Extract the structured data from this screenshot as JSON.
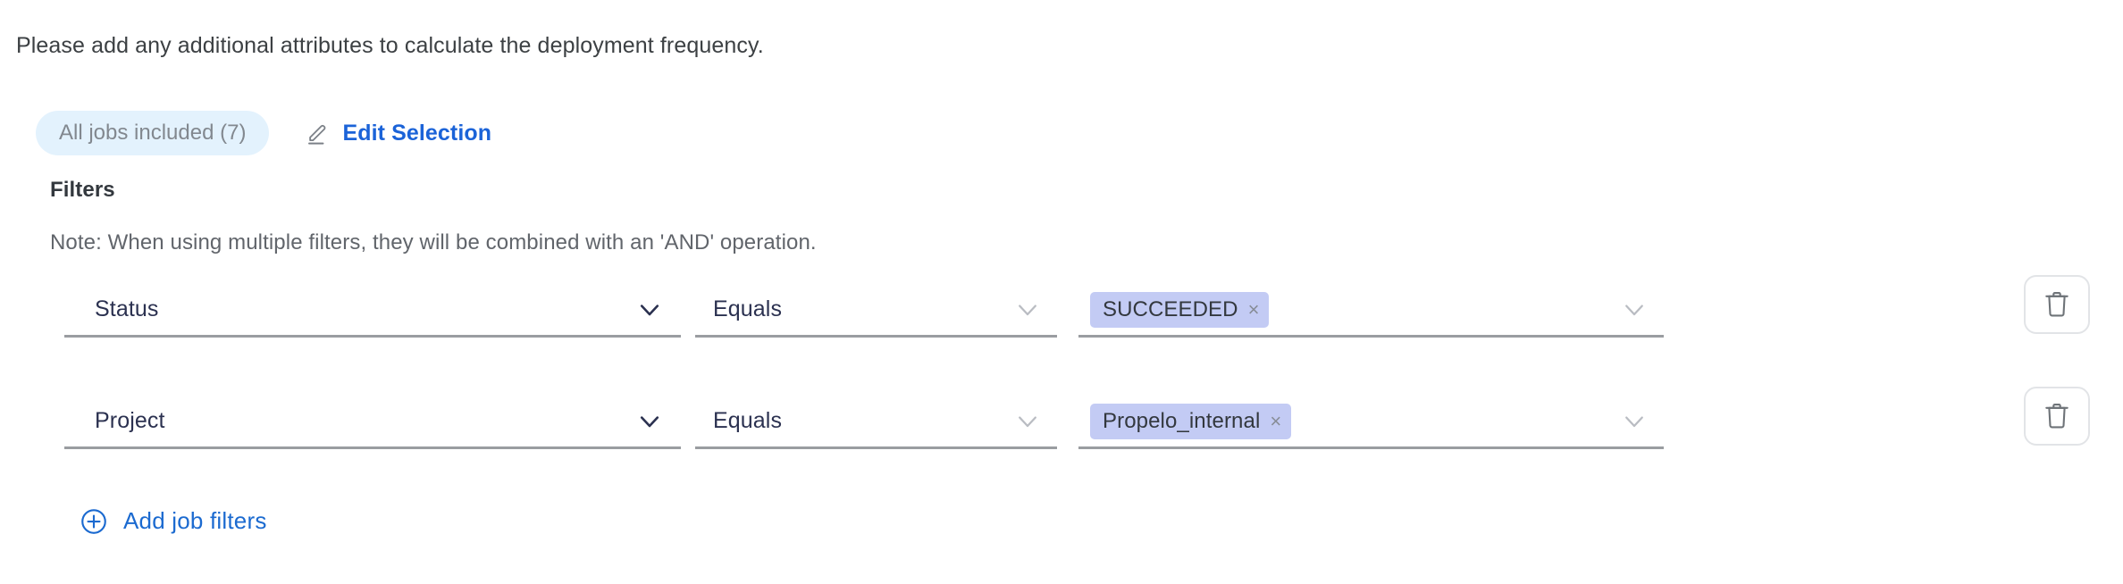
{
  "instruction": "Please add any additional attributes to calculate the deployment frequency.",
  "selection": {
    "jobs_pill_label": "All jobs included (7)",
    "edit_selection_label": "Edit Selection",
    "edit_icon": "pencil-icon"
  },
  "filters": {
    "title": "Filters",
    "note": "Note: When using multiple filters, they will be combined with an 'AND' operation.",
    "add_label": "Add job filters",
    "add_icon": "plus-circle-icon",
    "delete_icon": "trash-icon",
    "rows": [
      {
        "attribute": "Status",
        "operator": "Equals",
        "value_chip": "SUCCEEDED",
        "chip_close": "×"
      },
      {
        "attribute": "Project",
        "operator": "Equals",
        "value_chip": "Propelo_internal",
        "chip_close": "×"
      }
    ]
  },
  "colors": {
    "link_blue": "#1b63d8",
    "pill_bg": "#e3f2fd",
    "chip_bg": "#c3cbf4",
    "text_dark": "#33383e",
    "text_muted": "#61656b",
    "underline": "#9a9da1"
  }
}
